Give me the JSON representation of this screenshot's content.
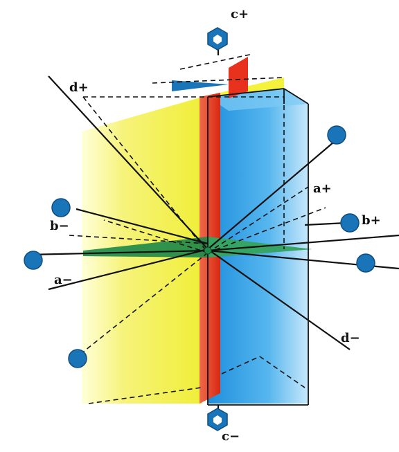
{
  "colors": {
    "yellow_plane": "#f4f23a",
    "red_plane": "#e8321e",
    "blue_plane": "#2aa0e6",
    "green_plane": "#1f8a4a",
    "atom": "#1a74b8",
    "line": "#111111"
  },
  "labels": {
    "c_plus": "c+",
    "c_minus": "c−",
    "a_plus": "a+",
    "a_minus": "a−",
    "b_plus": "b+",
    "b_minus": "b−",
    "d_plus": "d+",
    "d_minus": "d−"
  },
  "atoms": [
    {
      "id": "top-hex",
      "shape": "hexagon"
    },
    {
      "id": "bottom-hex",
      "shape": "hexagon"
    },
    {
      "id": "upper-right",
      "shape": "circle"
    },
    {
      "id": "left-upper",
      "shape": "circle"
    },
    {
      "id": "left-middle",
      "shape": "circle"
    },
    {
      "id": "right-middle-upper",
      "shape": "circle"
    },
    {
      "id": "right-middle-lower",
      "shape": "circle"
    },
    {
      "id": "lower-left",
      "shape": "circle"
    }
  ]
}
